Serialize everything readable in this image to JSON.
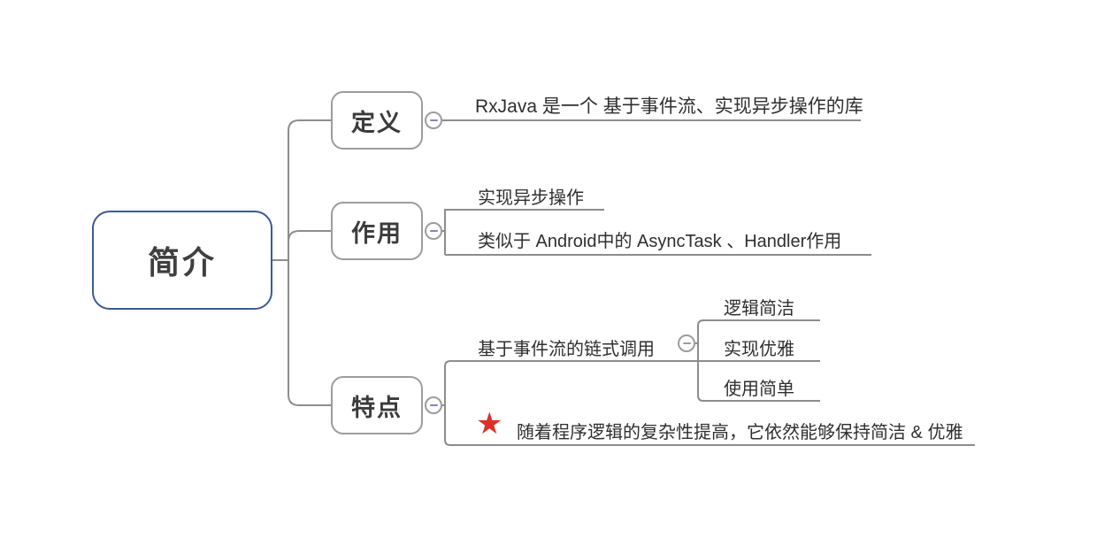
{
  "root": {
    "label": "简介"
  },
  "branches": [
    {
      "label": "定义",
      "children": [
        {
          "label": "RxJava 是一个 基于事件流、实现异步操作的库"
        }
      ]
    },
    {
      "label": "作用",
      "children": [
        {
          "label": "实现异步操作"
        },
        {
          "label": "类似于 Android中的 AsyncTask 、Handler作用"
        }
      ]
    },
    {
      "label": "特点",
      "children": [
        {
          "label": "基于事件流的链式调用",
          "children": [
            "逻辑简洁",
            "实现优雅",
            "使用简单"
          ]
        },
        {
          "label": "随着程序逻辑的复杂性提高，它依然能够保持简洁 & 优雅",
          "marker": "red-star"
        }
      ]
    }
  ],
  "icons": {
    "collapse": "minus-in-circle",
    "feature_marker": "red-star",
    "star_glyph": "★"
  },
  "colors": {
    "root_border": "#3d5a97",
    "branch_border": "#9c9c9c",
    "line": "#8d8d8d",
    "text": "#2f2f2f",
    "star_red": "#dd2f27",
    "collapse_minus": "#8087bd"
  }
}
